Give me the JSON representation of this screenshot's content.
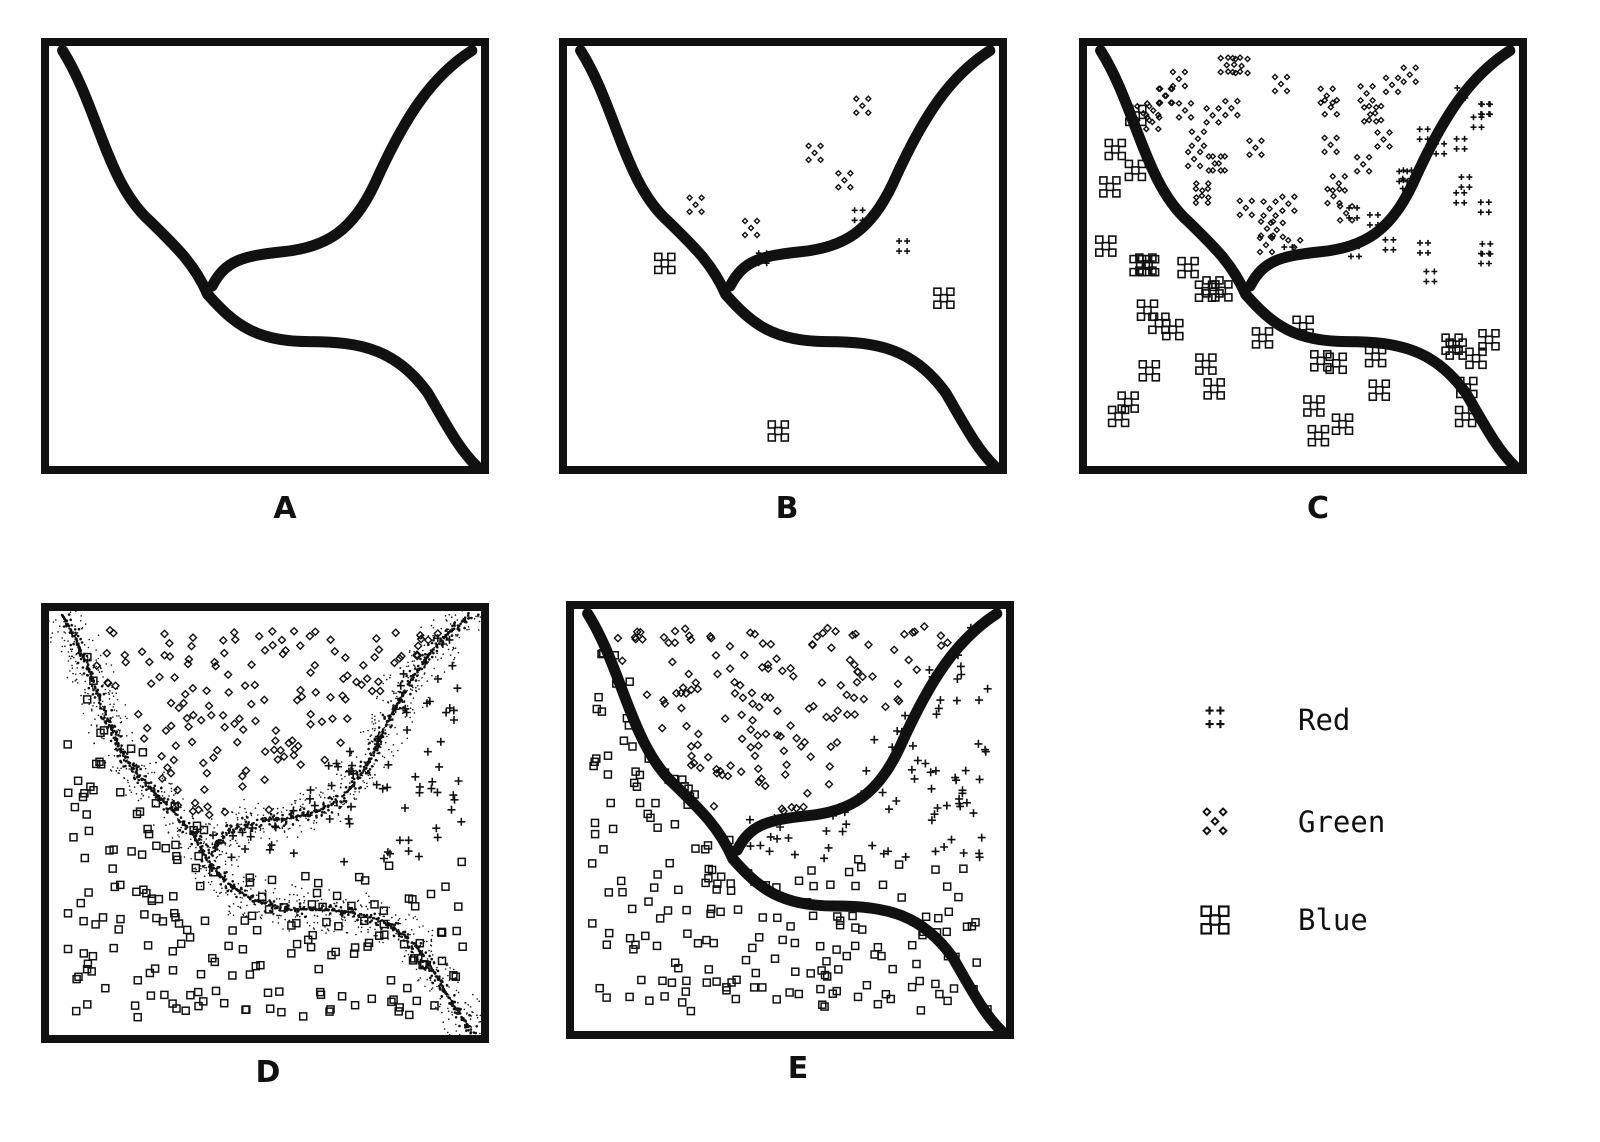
{
  "panels": [
    {
      "label": "A",
      "boundary": "solid",
      "blue": 0,
      "green": 0,
      "red": 0
    },
    {
      "label": "B",
      "boundary": "solid",
      "blue": 3,
      "green": 5,
      "red": 3
    },
    {
      "label": "C",
      "boundary": "solid",
      "blue": 35,
      "green": 40,
      "red": 22
    },
    {
      "label": "D",
      "boundary": "stippled",
      "blue": 200,
      "green": 150,
      "red": 80
    },
    {
      "label": "E",
      "boundary": "solid",
      "blue": 200,
      "green": 150,
      "red": 80
    }
  ],
  "legend": [
    {
      "key": "red",
      "label": "Red",
      "icon": "plus-cluster-icon"
    },
    {
      "key": "green",
      "label": "Green",
      "icon": "diamond-cluster-icon"
    },
    {
      "key": "blue",
      "label": "Blue",
      "icon": "square-cluster-icon"
    }
  ],
  "colors": {
    "ink": "#111111",
    "background": "#ffffff"
  }
}
